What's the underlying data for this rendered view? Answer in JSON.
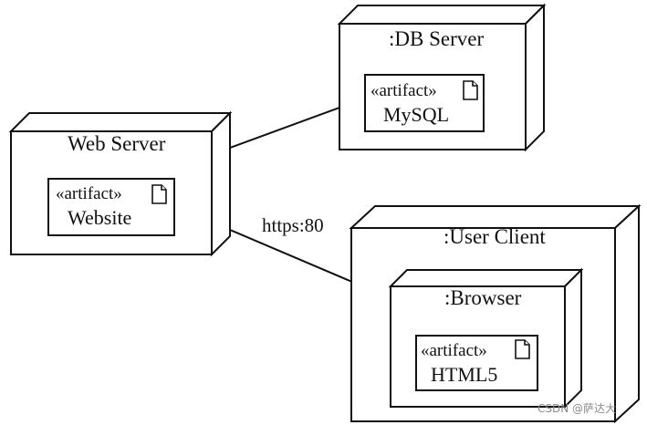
{
  "nodes": {
    "web_server": {
      "title": "Web Server",
      "artifact": {
        "stereotype": "«artifact»",
        "name": "Website"
      }
    },
    "db_server": {
      "title": ":DB Server",
      "artifact": {
        "stereotype": "«artifact»",
        "name": "MySQL"
      }
    },
    "user_client": {
      "title": ":User Client",
      "browser": {
        "title": ":Browser",
        "artifact": {
          "stereotype": "«artifact»",
          "name": "HTML5"
        }
      }
    }
  },
  "connections": {
    "web_to_db": {
      "label": ""
    },
    "web_to_browser": {
      "label": "https:80"
    }
  },
  "watermark": "CSDN @萨达大"
}
